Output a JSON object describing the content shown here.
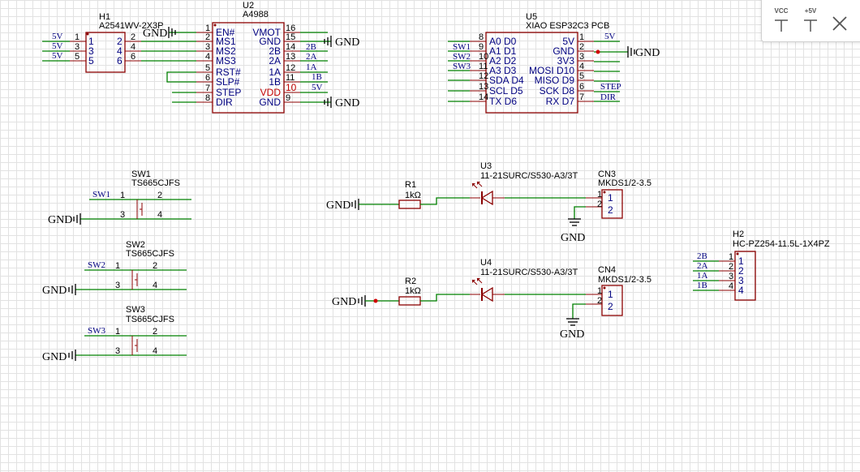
{
  "toolbar": {
    "vcc_label": "VCC",
    "p5v_label": "+5V",
    "close_icon": "close-icon"
  },
  "gnd_label": "GND",
  "components": {
    "h1": {
      "ref": "H1",
      "part": "A2541WV-2X3P",
      "left_pins": [
        "1",
        "3",
        "5"
      ],
      "right_pins": [
        "2",
        "4",
        "6"
      ],
      "left_nets": [
        "5V",
        "5V",
        "5V"
      ]
    },
    "u2": {
      "ref": "U2",
      "part": "A4988",
      "left_pin_nums": [
        "1",
        "2",
        "3",
        "4",
        "5",
        "6",
        "7",
        "8"
      ],
      "left_pin_names": [
        "EN#",
        "MS1",
        "MS2",
        "MS3",
        "RST#",
        "SLP#",
        "STEP",
        "DIR"
      ],
      "right_pin_names": [
        "VMOT",
        "GND",
        "2B",
        "2A",
        "1A",
        "1B",
        "VDD",
        "GND"
      ],
      "right_pin_nums": [
        "16",
        "15",
        "14",
        "13",
        "12",
        "11",
        "10",
        "9"
      ],
      "right_nets": [
        "",
        "",
        "2B",
        "2A",
        "1A",
        "1B",
        "5V",
        ""
      ]
    },
    "u5": {
      "ref": "U5",
      "part": "XIAO ESP32C3 PCB",
      "left_pin_nums": [
        "8",
        "9",
        "10",
        "11",
        "12",
        "13",
        "14"
      ],
      "left_pin_names": [
        "A0 D0",
        "A1 D1",
        "A2 D2",
        "A3 D3",
        "SDA D4",
        "SCL D5",
        "TX D6"
      ],
      "left_nets": [
        "",
        "SW1",
        "SW2",
        "SW3",
        "",
        "",
        ""
      ],
      "right_pin_names": [
        "5V",
        "GND",
        "3V3",
        "MOSI D10",
        "MISO D9",
        "SCK D8",
        "RX D7"
      ],
      "right_pin_nums": [
        "1",
        "2",
        "3",
        "4",
        "5",
        "6",
        "7"
      ],
      "right_nets": [
        "5V",
        "",
        "",
        "",
        "",
        "STEP",
        "DIR"
      ]
    },
    "sw1": {
      "ref": "SW1",
      "part": "TS665CJFS",
      "net": "SW1",
      "pins": [
        "1",
        "2",
        "3",
        "4"
      ]
    },
    "sw2": {
      "ref": "SW2",
      "part": "TS665CJFS",
      "net": "SW2",
      "pins": [
        "1",
        "2",
        "3",
        "4"
      ]
    },
    "sw3": {
      "ref": "SW3",
      "part": "TS665CJFS",
      "net": "SW3",
      "pins": [
        "1",
        "2",
        "3",
        "4"
      ]
    },
    "r1": {
      "ref": "R1",
      "value": "1kΩ"
    },
    "r2": {
      "ref": "R2",
      "value": "1kΩ"
    },
    "u3": {
      "ref": "U3",
      "part": "11-21SURC/S530-A3/3T"
    },
    "u4": {
      "ref": "U4",
      "part": "11-21SURC/S530-A3/3T"
    },
    "cn3": {
      "ref": "CN3",
      "part": "MKDS1/2-3.5",
      "pins": [
        "1",
        "2"
      ]
    },
    "cn4": {
      "ref": "CN4",
      "part": "MKDS1/2-3.5",
      "pins": [
        "1",
        "2"
      ]
    },
    "h2": {
      "ref": "H2",
      "part": "HC-PZ254-11.5L-1X4PZ",
      "pins": [
        "1",
        "2",
        "3",
        "4"
      ],
      "nets": [
        "2B",
        "2A",
        "1A",
        "1B"
      ]
    }
  },
  "colors": {
    "component": "#8b0000",
    "wire": "#008000",
    "net_label": "#000080",
    "pin_name": "#000080",
    "pin_num": "#000000",
    "power_pin": "#c00000",
    "junction": "#d00000"
  }
}
